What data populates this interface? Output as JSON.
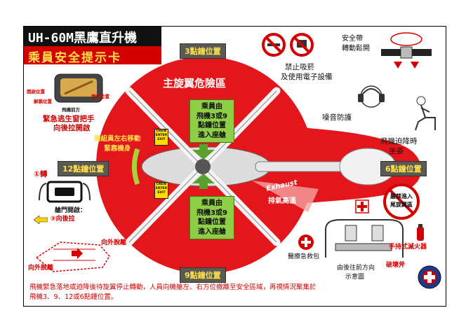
{
  "title": {
    "line1": "UH-60M黑鷹直升機",
    "line2": "乘員安全提示卡"
  },
  "clocks": {
    "three": "3點鐘位置",
    "six": "6點鐘位置",
    "nine": "9點鐘位置",
    "twelve": "12點鐘位置"
  },
  "danger_zone": "主旋翼危險區",
  "boarding_top": [
    "乘員由",
    "飛機3或9",
    "點鐘位置",
    "進入座艙"
  ],
  "boarding_bottom": [
    "乘員由",
    "飛機3或9",
    "點鐘位置",
    "進入座艙"
  ],
  "crew_emergency": [
    "機組員左右移動",
    "緊靠機身"
  ],
  "crew_badge": [
    "CREW",
    "ENTER",
    "EXIT"
  ],
  "exhaust": {
    "en": "Exhaust",
    "zh": "排氣高溫"
  },
  "window_labels": {
    "open_pos": "開啟位置",
    "release_pos": "解鎖位置",
    "lock_pos": "鎖定位置",
    "direction": "飛機前方",
    "instruction1": "緊急逃生窗把手",
    "instruction2": "向後拉開啟"
  },
  "door_steps": {
    "step1": "①轉",
    "door_open": "艙門開啟：",
    "step2": "②向後拉"
  },
  "ditching": {
    "out1": "向外脫離",
    "out2": "向外脫離"
  },
  "no_smoking": [
    "禁止吸菸",
    "及使用電子設備"
  ],
  "seatbelt": [
    "安全帶",
    "轉動鬆開"
  ],
  "hearing": "噪音防護",
  "brace": [
    "飛機迫降時",
    "坐姿"
  ],
  "no_tail": [
    "嚴禁進入",
    "尾旋翼區"
  ],
  "equipment": {
    "first_aid": "醫療急救包",
    "view_label": [
      "由後往前方向",
      "示意圖"
    ],
    "extinguisher": "手持式滅火器",
    "axe": "破壞斧"
  },
  "footer": [
    "飛機緊急落地或迫降後待旋翼停止轉動，人員向機艙左、右方位撤離至安全區域，再視情況聚集於",
    "飛機3、9、12或6點鐘位置。"
  ],
  "colors": {
    "red": "#d40000",
    "yellow": "#ffe14a",
    "green": "#8fce47",
    "dark": "#111111"
  }
}
